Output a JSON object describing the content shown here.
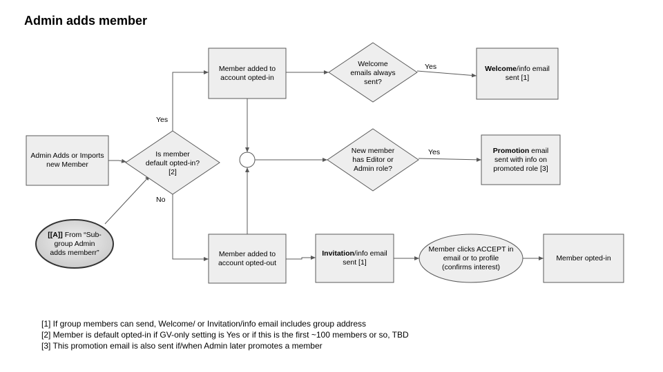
{
  "title": "Admin adds member",
  "nodes": {
    "start": "Admin Adds or Imports new Member",
    "decision_default": "Is member default opted-in? [2]",
    "source_a": {
      "bold": "[[A]]",
      "rest": " From “Sub-group Admin adds memberr”"
    },
    "added_in": "Member added to account  opted-in",
    "added_out": "Member added to account  opted-out",
    "welcome_decision": "Welcome emails always sent?",
    "role_decision": "New member has Editor or Admin role?",
    "welcome_email": {
      "bold": "Welcome",
      "rest": "/info email sent [1]"
    },
    "promotion_email": {
      "bold": "Promotion",
      "rest": " email sent with info on promoted role [3]"
    },
    "invitation_email": {
      "bold": "Invitation",
      "rest": "/info email sent [1]"
    },
    "member_clicks": "Member clicks ACCEPT  in email or to profile (confirms interest)",
    "opted_in": "Member opted-in"
  },
  "edge_labels": {
    "yes_default": "Yes",
    "no_default": "No",
    "yes_welcome": "Yes",
    "yes_role": "Yes"
  },
  "footnotes": [
    "[1]  If group members can send, Welcome/ or Invitation/info email includes group address",
    "[2]  Member is default opted-in if GV-only setting is Yes or if this is the first ~100 members or so, TBD",
    "[3]  This promotion email is also sent if/when Admin later promotes a member"
  ],
  "colors": {
    "fill": "#eeeeee",
    "stroke": "#595959",
    "source_fill": "#cccccc"
  }
}
